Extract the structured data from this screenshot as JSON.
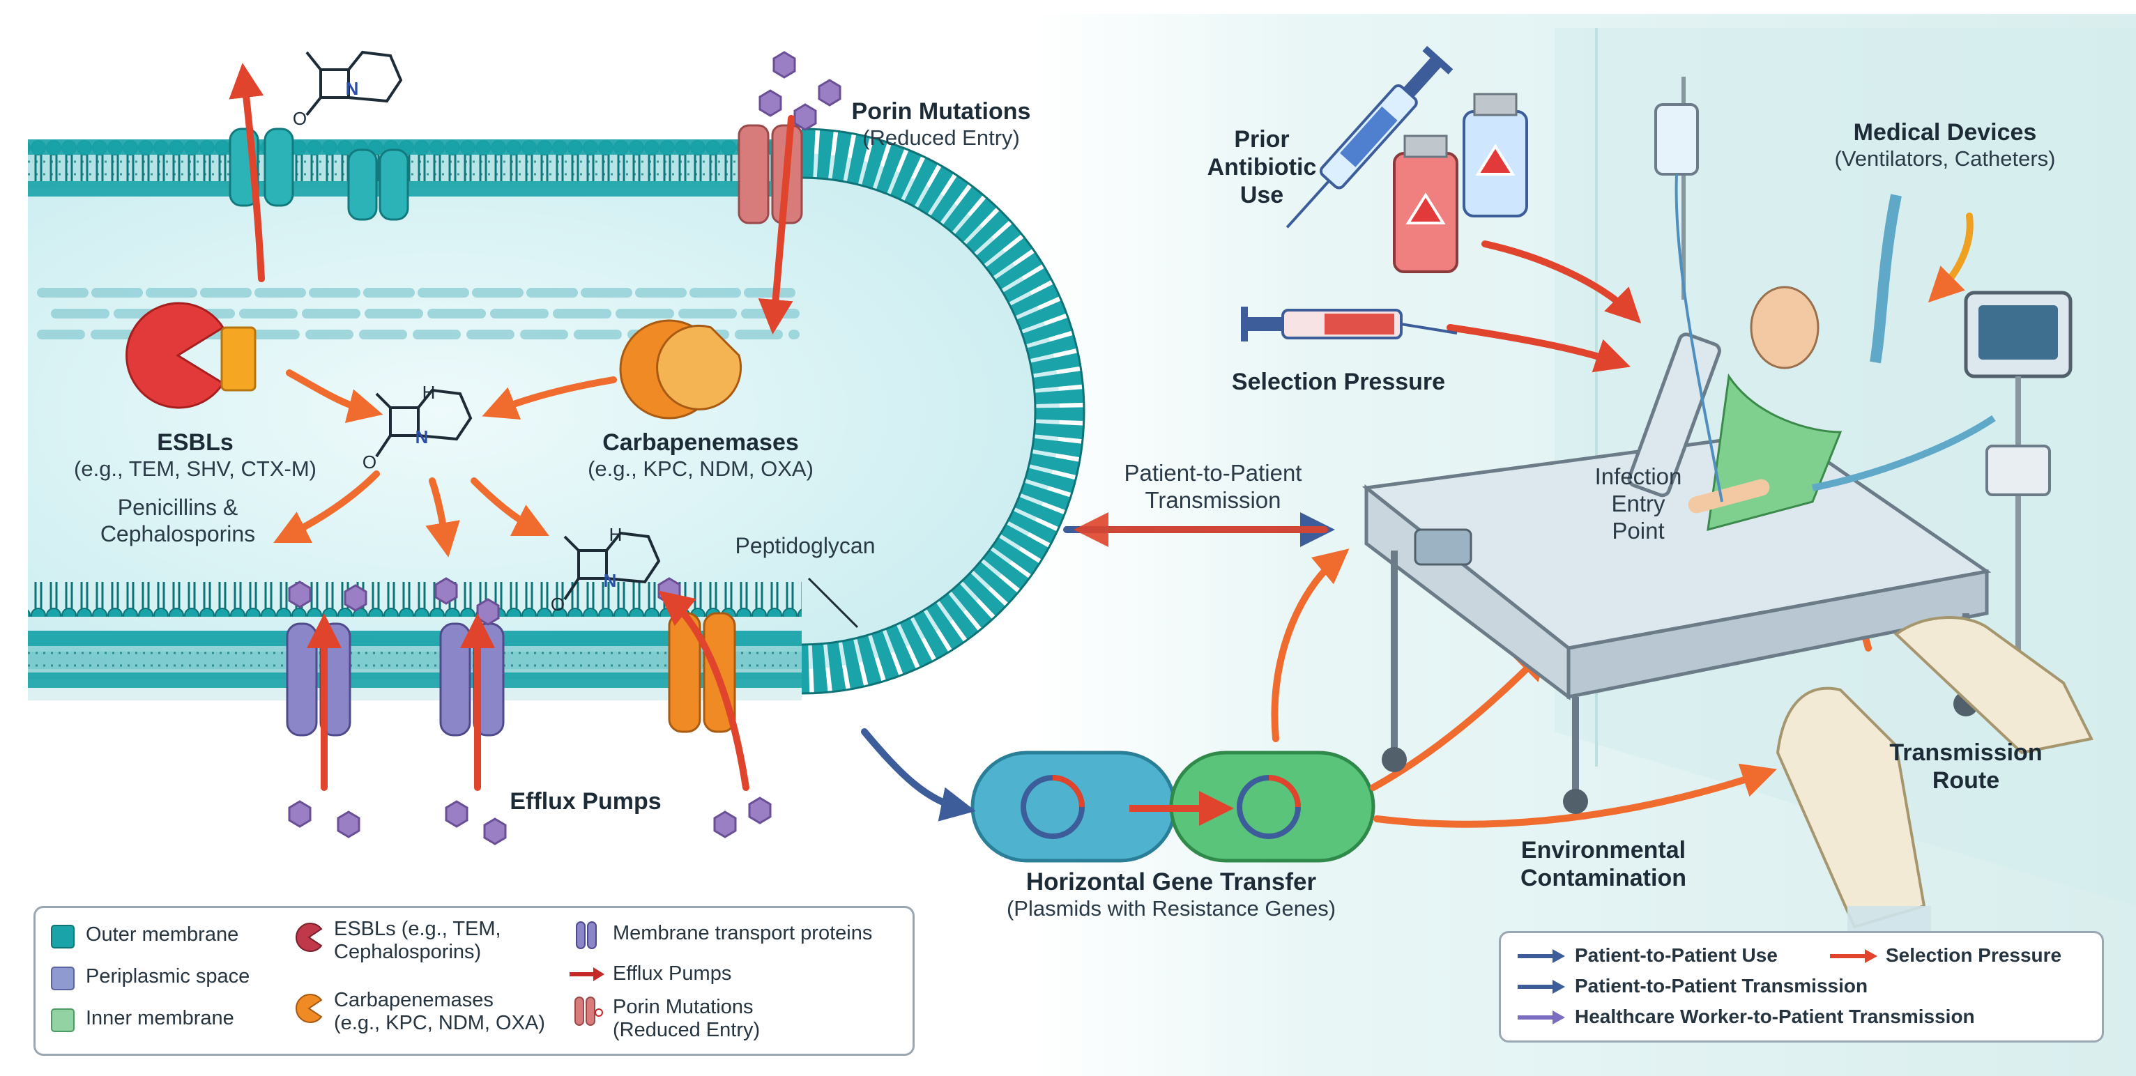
{
  "labels": {
    "porin_mutations": {
      "title": "Porin Mutations",
      "sub": "(Reduced Entry)"
    },
    "esbls": {
      "title": "ESBLs",
      "sub": "(e.g., TEM, SHV, CTX-M)"
    },
    "penicillins": {
      "line1": "Penicillins &",
      "line2": "Cephalosporins"
    },
    "carbapenemases": {
      "title": "Carbapenemases",
      "sub": "(e.g., KPC, NDM, OXA)"
    },
    "peptidoglycan": "Peptidoglycan",
    "efflux_pumps": "Efflux Pumps",
    "prior_antibiotic": {
      "line1": "Prior",
      "line2": "Antibiotic",
      "line3": "Use"
    },
    "selection_pressure": "Selection Pressure",
    "medical_devices": {
      "title": "Medical Devices",
      "sub": "(Ventilators, Catheters)"
    },
    "patient_transmission": {
      "line1": "Patient-to-Patient",
      "line2": "Transmission"
    },
    "infection_entry": {
      "line1": "Infection",
      "line2": "Entry",
      "line3": "Point"
    },
    "hgt": {
      "title": "Horizontal Gene Transfer",
      "sub": "(Plasmids with Resistance Genes)"
    },
    "environmental": {
      "line1": "Environmental",
      "line2": "Contamination"
    },
    "transmission_route": {
      "line1": "Transmission",
      "line2": "Route"
    }
  },
  "legend_left": {
    "outer_membrane": "Outer membrane",
    "periplasmic_space": "Periplasmic space",
    "inner_membrane": "Inner membrane",
    "esbls": {
      "line1": "ESBLs (e.g., TEM,",
      "line2": "Cephalosporins)"
    },
    "carbapenemases": {
      "line1": "Carbapenemases",
      "line2": "(e.g., KPC, NDM, OXA)"
    },
    "membrane_transport": "Membrane transport proteins",
    "efflux_pumps": "Efflux Pumps",
    "porin_mutations": {
      "line1": "Porin Mutations",
      "line2": "(Reduced Entry)"
    }
  },
  "legend_right": {
    "patient_use": "Patient-to-Patient Use",
    "selection_pressure": "Selection Pressure",
    "patient_transmission": "Patient-to-Patient Transmission",
    "healthcare_transmission": "Healthcare Worker-to-Patient Transmission"
  },
  "molecule_atoms": {
    "hydrogen": "H",
    "nitrogen": "N",
    "oxygen": "O"
  },
  "colors": {
    "outer_membrane": "#1aa3a8",
    "periplasm": "#cdeef1",
    "inner_membrane": "#1f9aa0",
    "esbl": "#e23a3a",
    "carbapenemase": "#f08a24",
    "efflux": "#8a86c8",
    "porin": "#d77b7b",
    "arrow_red": "#e0442c",
    "arrow_blue": "#3c5d9a",
    "plasmid_blue": "#4fb3cf",
    "plasmid_green": "#59c47a",
    "room": "#e6f4f4"
  }
}
